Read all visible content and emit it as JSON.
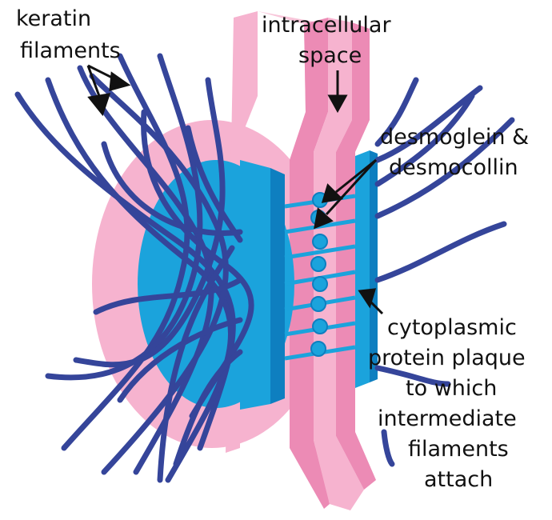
{
  "labels": {
    "keratin_line1": "keratin",
    "keratin_line2": "filaments",
    "intracellular_line1": "intracellular",
    "intracellular_line2": "space",
    "desmo_line1": "desmoglein &",
    "desmo_line2": "desmocollin",
    "plaque_line1": "cytoplasmic",
    "plaque_line2": "protein plaque",
    "plaque_line3": "to which",
    "plaque_line4": "intermediate",
    "plaque_line5": "filaments",
    "plaque_line6": "attach"
  },
  "colors": {
    "membrane_pink": "#f6b3cf",
    "membrane_dark_pink": "#ec8bb5",
    "plaque_blue": "#1ba3dc",
    "plaque_dark_blue": "#0e7fc0",
    "filament_navy": "#35459a",
    "label_text": "#111111",
    "background": "#ffffff"
  }
}
